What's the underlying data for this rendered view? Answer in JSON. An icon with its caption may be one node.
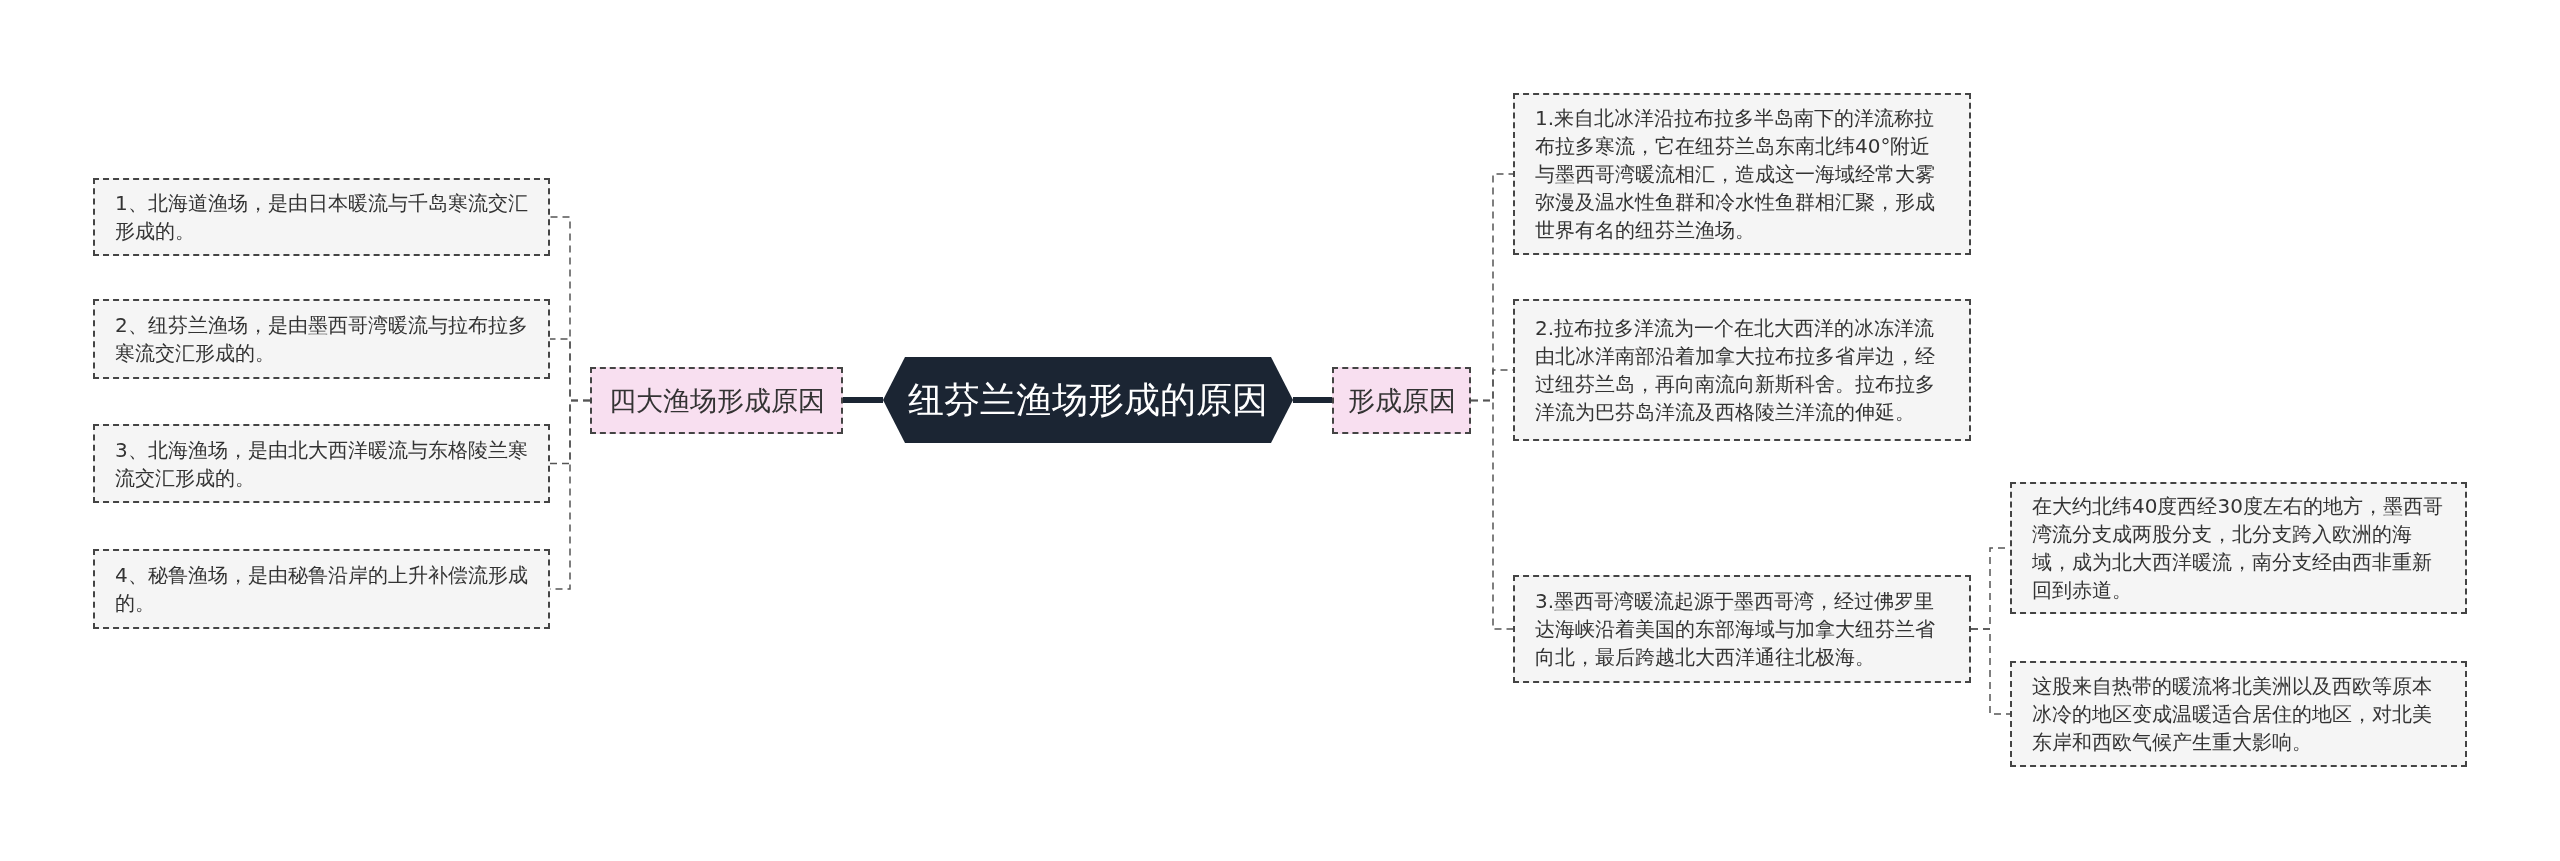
{
  "diagram": {
    "nodes": [
      {
        "text": [
          "纽芬兰渔场形成的原因"
        ]
      },
      {
        "text": [
          "四大渔场形成原因"
        ]
      },
      {
        "text": [
          "1、北海道渔场，是由日本暖流与千岛寒流交汇形成的。"
        ]
      },
      {
        "text": [
          "2、纽芬兰渔场，是由墨西哥湾暖流与拉布拉多寒流交汇形成的。"
        ]
      },
      {
        "text": [
          "3、北海渔场，是由北大西洋暖流与东格陵兰寒流交汇形成的。"
        ]
      },
      {
        "text": [
          "4、秘鲁渔场，是由秘鲁沿岸的上升补偿流形成的。"
        ]
      },
      {
        "text": [
          "形成原因"
        ]
      },
      {
        "text": [
          "1.来自北冰洋沿拉布拉多半岛南下的洋流称拉布拉多寒流，它在纽芬兰岛东南北纬40°附近与墨西哥湾暖流相汇，造成这一海域经常大雾弥漫及温水性鱼群和冷水性鱼群相汇聚，形成世界有名的纽芬兰渔场。"
        ]
      },
      {
        "text": [
          "2.拉布拉多洋流为一个在北大西洋的冰冻洋流由北冰洋南部沿着加拿大拉布拉多省岸边，经过纽芬兰岛，再向南流向新斯科舍。拉布拉多洋流为巴芬岛洋流及西格陵兰洋流的伸延。"
        ]
      },
      {
        "text": [
          "3.墨西哥湾暖流起源于墨西哥湾，经过佛罗里达海峡沿着美国的东部海域与加拿大纽芬兰省向北，最后跨越北大西洋通往北极海。"
        ]
      },
      {
        "text": [
          "在大约北纬40度西经30度左右的地方，墨西哥湾流分支成两股分支，北分支跨入欧洲的海域，成为北大西洋暖流，南分支经由西非重新回到赤道。"
        ]
      },
      {
        "text": [
          "这股来自热带的暖流将北美洲以及西欧等原本冰冷的地区变成温暖适合居住的地区，对北美东岸和西欧气候产生重大影响。"
        ]
      }
    ],
    "edges": [
      {
        "from": 0,
        "to": 1,
        "arrow": "none",
        "style": "thick",
        "color": "#1b2533"
      },
      {
        "from": 1,
        "to": 2,
        "arrow": "none",
        "style": "dashed"
      },
      {
        "from": 1,
        "to": 3,
        "arrow": "none",
        "style": "dashed"
      },
      {
        "from": 1,
        "to": 4,
        "arrow": "none",
        "style": "dashed"
      },
      {
        "from": 1,
        "to": 5,
        "arrow": "none",
        "style": "dashed"
      },
      {
        "from": 0,
        "to": 6,
        "arrow": "none",
        "style": "thick",
        "color": "#1b2533"
      },
      {
        "from": 6,
        "to": 7,
        "arrow": "none",
        "style": "dashed"
      },
      {
        "from": 6,
        "to": 8,
        "arrow": "none",
        "style": "dashed"
      },
      {
        "from": 6,
        "to": 9,
        "arrow": "none",
        "style": "dashed"
      },
      {
        "from": 9,
        "to": 10,
        "arrow": "none",
        "style": "dashed"
      },
      {
        "from": 9,
        "to": 11,
        "arrow": "none",
        "style": "dashed"
      }
    ]
  }
}
